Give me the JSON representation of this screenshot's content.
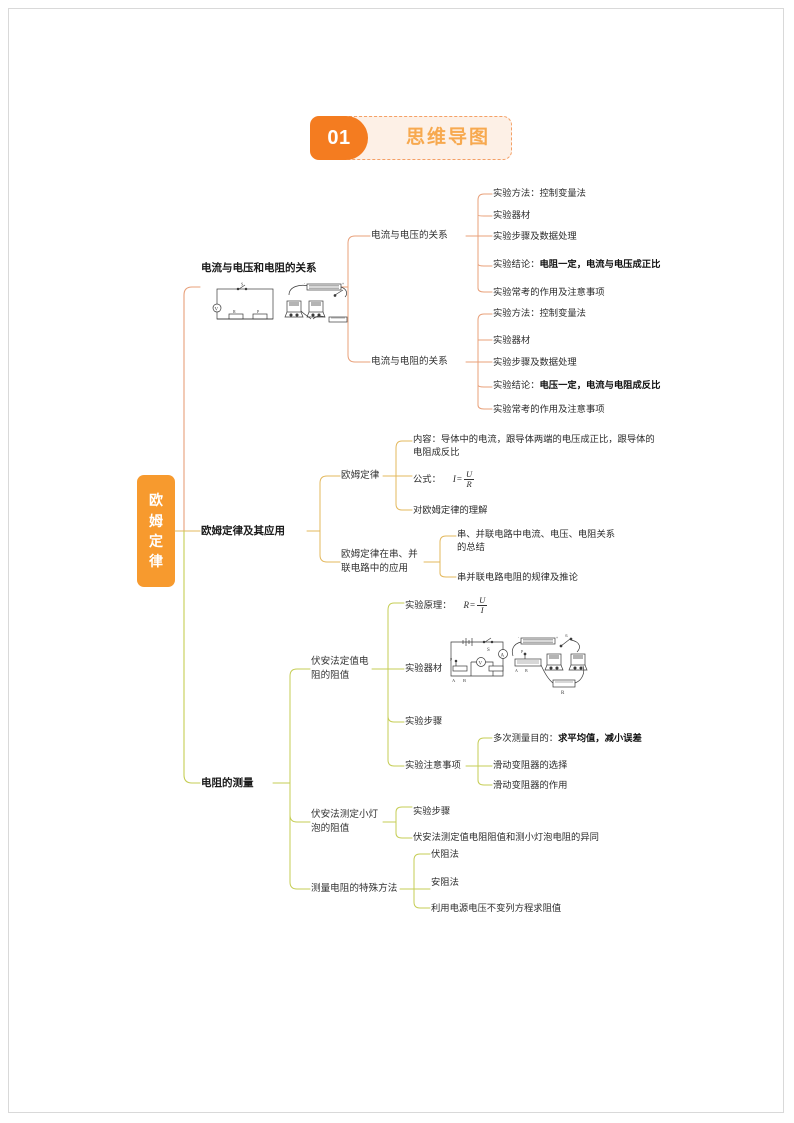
{
  "header": {
    "badge": "01",
    "title": "思维导图",
    "badge_color": "#f47c20",
    "title_color": "#f7a94f",
    "panel_bg": "#fdf0e6",
    "panel_border": "#f4a066"
  },
  "root": {
    "label_chars": [
      "欧",
      "姆",
      "定",
      "律"
    ],
    "color": "#f79a2e"
  },
  "branch_colors": {
    "branch1": "#e8a07a",
    "branch2": "#e3b85c",
    "branch3": "#c5cd54"
  },
  "branches": [
    {
      "label": "电流与电压和电阻的关系",
      "has_figure": true,
      "figure_name": "circuit-diagram-voltage-resistance",
      "children": [
        {
          "label": "电流与电压的关系",
          "children": [
            {
              "label": "实验方法：控制变量法"
            },
            {
              "label": "实验器材"
            },
            {
              "label": "实验步骤及数据处理"
            },
            {
              "label": "实验结论：",
              "bold_tail": "电阻一定，电流与电压成正比"
            },
            {
              "label": "实验常考的作用及注意事项"
            }
          ]
        },
        {
          "label": "电流与电阻的关系",
          "children": [
            {
              "label": "实验方法：控制变量法"
            },
            {
              "label": "实验器材"
            },
            {
              "label": "实验步骤及数据处理"
            },
            {
              "label": "实验结论：",
              "bold_tail": "电压一定，电流与电阻成反比"
            },
            {
              "label": "实验常考的作用及注意事项"
            }
          ]
        }
      ]
    },
    {
      "label": "欧姆定律及其应用",
      "has_figure": false,
      "children": [
        {
          "label": "欧姆定律",
          "children": [
            {
              "label": "内容：导体中的电流，跟导体两端的电压成正比，跟导体的电阻成反比"
            },
            {
              "label": "公式：",
              "formula": "I = U / R"
            },
            {
              "label": "对欧姆定律的理解"
            }
          ]
        },
        {
          "label": "欧姆定律在串、并联电路中的应用",
          "children": [
            {
              "label": "串、并联电路中电流、电压、电阻关系的总结"
            },
            {
              "label": "串并联电路电阻的规律及推论"
            }
          ]
        }
      ]
    },
    {
      "label": "电阻的测量",
      "has_figure": false,
      "children": [
        {
          "label": "伏安法定值电阻的阻值",
          "children": [
            {
              "label": "实验原理：",
              "formula": "R = U / I"
            },
            {
              "label": "实验器材",
              "has_figure": true,
              "figure_name": "circuit-diagram-resistance-measure"
            },
            {
              "label": "实验步骤"
            },
            {
              "label": "实验注意事项",
              "children": [
                {
                  "label": "多次测量目的：",
                  "bold_tail": "求平均值，减小误差"
                },
                {
                  "label": "滑动变阻器的选择"
                },
                {
                  "label": "滑动变阻器的作用"
                }
              ]
            }
          ]
        },
        {
          "label": "伏安法测定小灯泡的阻值",
          "children": [
            {
              "label": "实验步骤"
            },
            {
              "label": "伏安法测定值电阻阻值和测小灯泡电阻的异同"
            }
          ]
        },
        {
          "label": "测量电阻的特殊方法",
          "children": [
            {
              "label": "伏阻法"
            },
            {
              "label": "安阻法"
            },
            {
              "label": "利用电源电压不变列方程求阻值"
            }
          ]
        }
      ]
    }
  ]
}
